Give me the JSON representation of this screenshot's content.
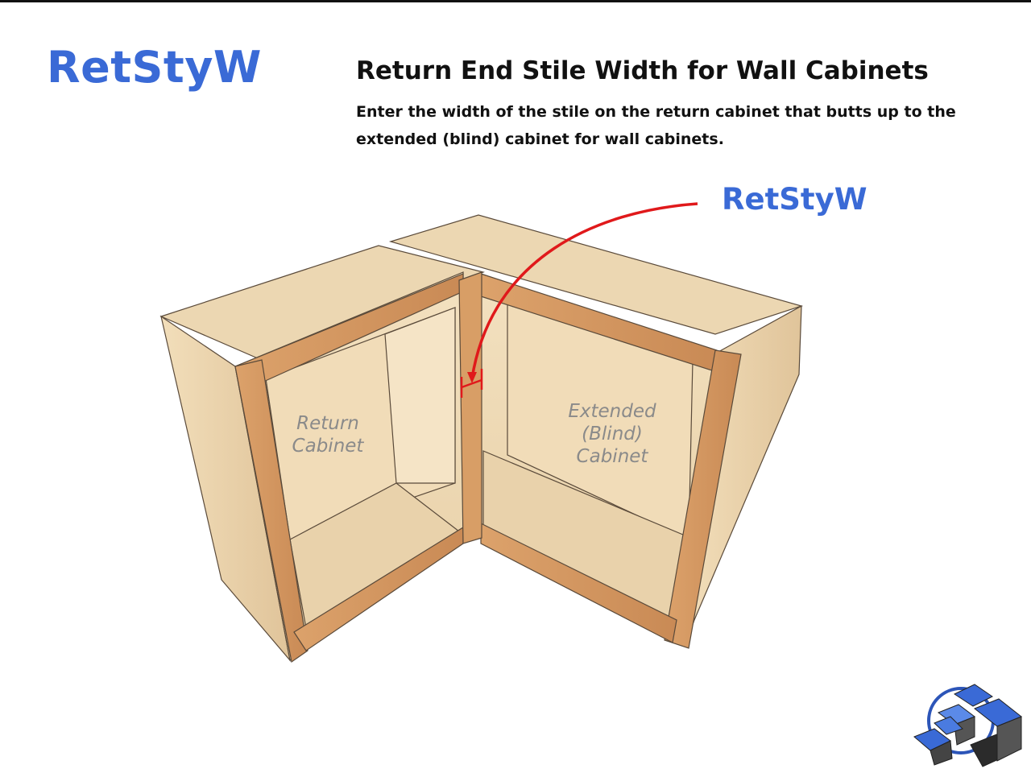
{
  "variable_name": "RetStyW",
  "heading": "Return End Stile Width for Wall Cabinets",
  "description": "Enter the width of the stile on the return cabinet that butts up to the extended (blind) cabinet for wall cabinets.",
  "callout_label": "RetStyW",
  "labels": {
    "return_cabinet": "Return\nCabinet",
    "extended_cabinet": "Extended\n(Blind)\nCabinet"
  },
  "colors": {
    "accent_blue": "#3a6ad6",
    "arrow_red": "#e0191b",
    "wood_light": "#e6cfa8",
    "wood_frame": "#d49a63"
  },
  "icons": [
    "company-logo-icon"
  ]
}
